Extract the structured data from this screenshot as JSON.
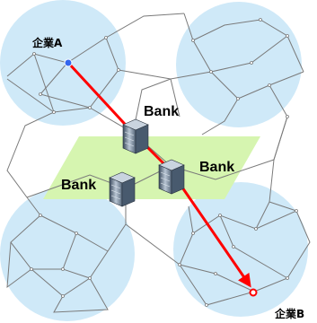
{
  "labels": {
    "company_a": "企業A",
    "company_b": "企業B",
    "bank_top": "Bank",
    "bank_right": "Bank",
    "bank_left": "Bank"
  },
  "colors": {
    "region": "#cfe9f8",
    "platform": "#d6f5b0",
    "network_line": "#7a7a7a",
    "flow_arrow": "#ff0000",
    "node_a": "#3366ee",
    "node_b": "#ff0000"
  },
  "icons": {
    "bank": "server-building-icon"
  }
}
